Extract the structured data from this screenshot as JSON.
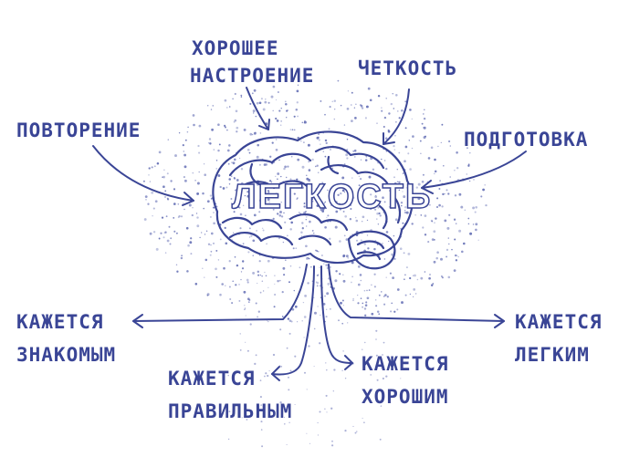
{
  "colors": {
    "ink": "#3a4596",
    "dots": "#5b66b0",
    "background": "#ffffff"
  },
  "center": {
    "icon": "brain-icon",
    "title": "ЛЕГКОСТЬ"
  },
  "inputs": [
    {
      "id": "horoshee",
      "lines": [
        "ХОРОШЕЕ",
        "НАСТРОЕНИЕ"
      ]
    },
    {
      "id": "chetkost",
      "lines": [
        "ЧЕТКОСТЬ"
      ]
    },
    {
      "id": "povtorenie",
      "lines": [
        "ПОВТОРЕНИЕ"
      ]
    },
    {
      "id": "podgotovka",
      "lines": [
        "ПОДГОТОВКА"
      ]
    }
  ],
  "outputs": [
    {
      "id": "znakomym",
      "lines": [
        "КАЖЕТСЯ",
        "ЗНАКОМЫМ"
      ]
    },
    {
      "id": "pravilnym",
      "lines": [
        "КАЖЕТСЯ",
        "ПРАВИЛЬНЫМ"
      ]
    },
    {
      "id": "horoshim",
      "lines": [
        "КАЖЕТСЯ",
        "ХОРОШИМ"
      ]
    },
    {
      "id": "legkim",
      "lines": [
        "КАЖЕТСЯ",
        "ЛЕГКИМ"
      ]
    }
  ]
}
